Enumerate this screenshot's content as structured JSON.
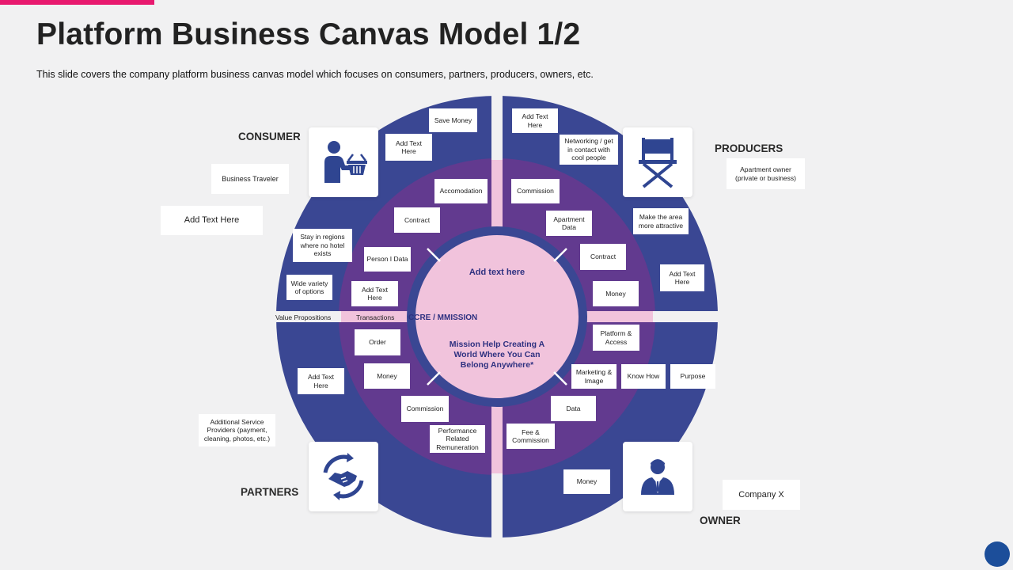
{
  "header": {
    "title": "Platform Business Canvas Model 1/2",
    "subtitle": "This slide covers the company platform business canvas model which focuses on consumers, partners, producers, owners, etc."
  },
  "colors": {
    "accent": "#e8196f",
    "outer_ring": "#3a4793",
    "middle_ring": "#623a8f",
    "center": "#f1c3dc",
    "core_text": "#2e3180",
    "page_dot": "#1c4e9a"
  },
  "quadrant_labels": {
    "consumer": "CONSUMER",
    "producers": "PRODUCERS",
    "partners": "PARTNERS",
    "owner": "OWNER"
  },
  "icons": {
    "consumer": "shopper-with-basket-icon",
    "producers": "director-chair-icon",
    "partners": "handshake-cycle-icon",
    "owner": "businessman-icon"
  },
  "outside": {
    "business_traveler": "Business Traveler",
    "add_text_left": "Add Text Here",
    "apartment_owner": "Apartment owner (private or business)",
    "additional_service": "Additional Service Providers (payment, cleaning, photos, etc.)",
    "company_x": "Company X"
  },
  "outer_ring": {
    "save_money": "Save Money",
    "add_text_tl": "Add Text Here",
    "stay_in_regions": "Stay in regions where no hotel exists",
    "wide_variety": "Wide variety of options",
    "value_propositions": "Value Propositions",
    "add_text_bl": "Add Text Here",
    "add_text_tr": "Add Text Here",
    "networking": "Networking / get in contact with cool people",
    "make_area": "Make the area more attractive",
    "add_text_r": "Add Text Here",
    "know_how": "Know How",
    "purpose": "Purpose",
    "money_owner": "Money"
  },
  "middle_ring": {
    "accomodation": "Accomodation",
    "contract_tl": "Contract",
    "person_data": "Person I Data",
    "add_text_m": "Add Text Here",
    "transactions": "Transactions",
    "order": "Order",
    "money_bl": "Money",
    "commission_bl": "Commission",
    "performance": "Performance Related Remuneration",
    "commission_tr": "Commission",
    "apartment_data": "Apartment Data",
    "contract_tr": "Contract",
    "money_tr": "Money",
    "platform_access": "Platform & Access",
    "marketing_image": "Marketing & Image",
    "data": "Data",
    "fee_commission": "Fee & Commission"
  },
  "center": {
    "add_text": "Add text here",
    "core_mission": "CCRE / MMISSION",
    "mission": "Mission Help Creating A World Where You Can Belong Anywhere*"
  }
}
